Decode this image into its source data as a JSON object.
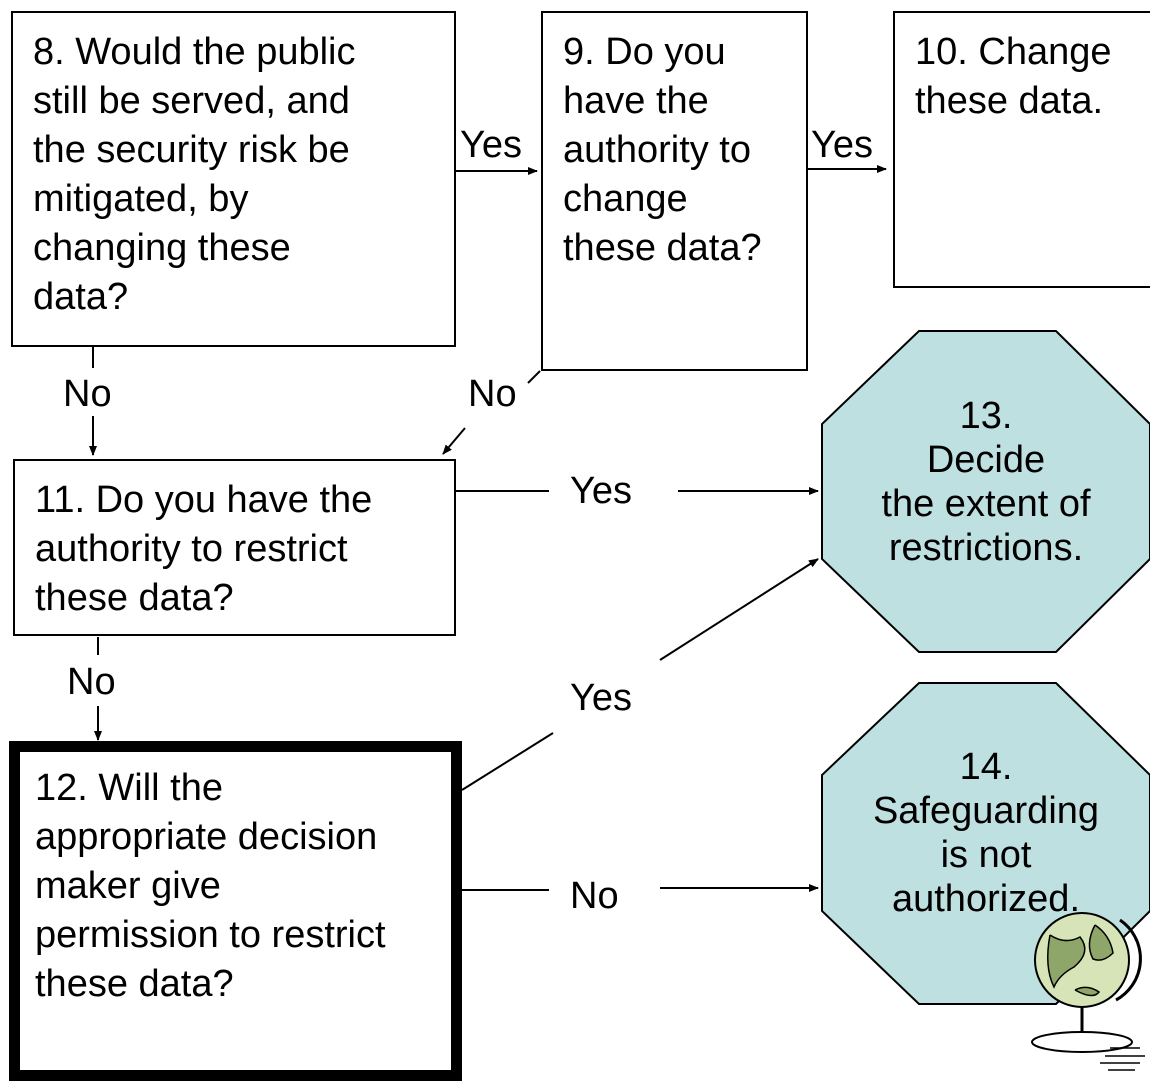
{
  "colors": {
    "octagon_fill": "#bfe0e1",
    "line": "#000000"
  },
  "nodes": {
    "n8": [
      "8. Would the public",
      "still be served, and",
      "the security risk be",
      "mitigated, by",
      "changing these",
      "data?"
    ],
    "n9": [
      "9. Do you",
      "have the",
      "authority to",
      "change",
      "these data?"
    ],
    "n10": [
      "10. Change",
      "these data."
    ],
    "n11": [
      "11. Do you have the",
      "authority to restrict",
      "these data?"
    ],
    "n12": [
      "12. Will the",
      "appropriate decision",
      "maker give",
      "permission to restrict",
      "these data?"
    ],
    "n13": [
      "13.",
      "Decide",
      "the extent of",
      "restrictions."
    ],
    "n14": [
      "14.",
      "Safeguarding",
      "is not",
      "authorized."
    ]
  },
  "edges": {
    "n8_n9": "Yes",
    "n9_n10": "Yes",
    "n8_n11": "No",
    "n9_n11": "No",
    "n11_n13": "Yes",
    "n11_n12": "No",
    "n12_n13": "Yes",
    "n12_n14": "No"
  },
  "icons": {
    "globe": "globe-icon"
  }
}
